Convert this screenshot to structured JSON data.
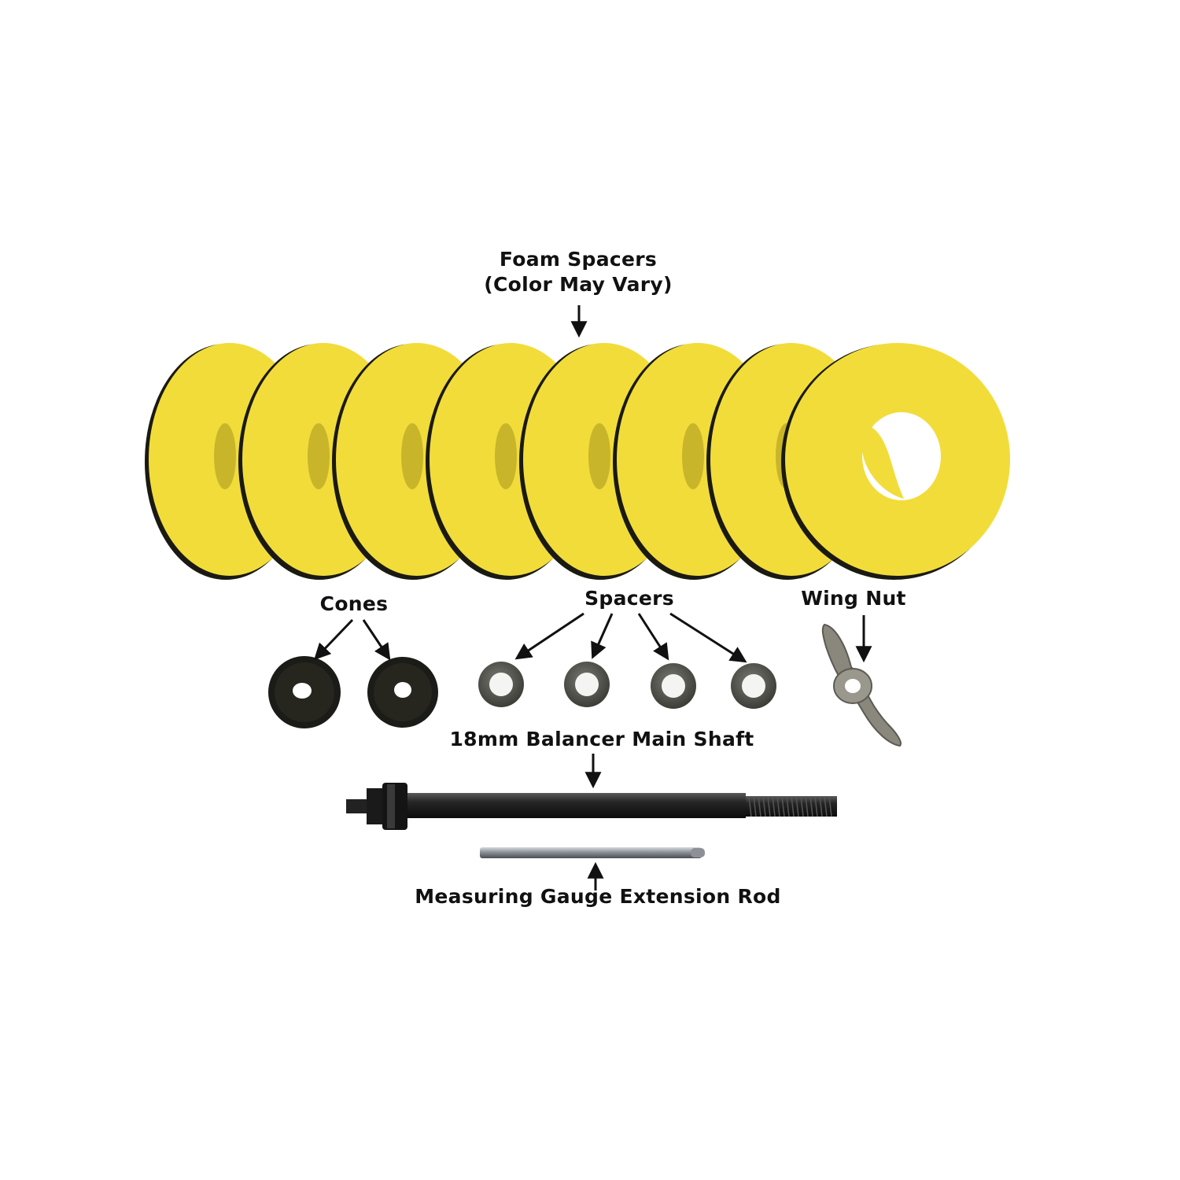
{
  "labels": {
    "foam_spacers_line1": "Foam Spacers",
    "foam_spacers_line2": "(Color May Vary)",
    "cones": "Cones",
    "spacers": "Spacers",
    "wing_nut": "Wing Nut",
    "main_shaft": "18mm Balancer Main Shaft",
    "extension_rod": "Measuring Gauge Extension Rod"
  },
  "parts": {
    "foam_spacer_count": 8,
    "cone_count": 2,
    "spacer_count": 4,
    "wing_nut_count": 1
  },
  "colors": {
    "foam": "#f2dc3a",
    "foam_shade": "#c9b52a",
    "cone": "#1b1b17",
    "spacer": "#5e5e58",
    "shaft": "#1c1c1c",
    "rod": "#9aa0a6",
    "text": "#111111"
  }
}
